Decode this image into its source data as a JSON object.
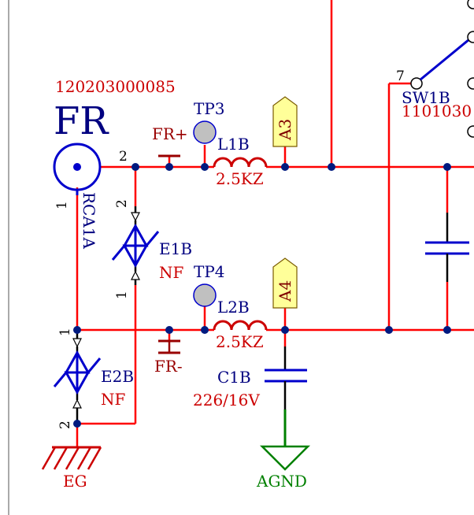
{
  "connector": {
    "part_number": "120203000085",
    "name": "FR",
    "ref": "RCA1A",
    "pin1": "1",
    "pin2": "2"
  },
  "nets": {
    "fr_plus": "FR+",
    "fr_minus": "FR-"
  },
  "testpoints": {
    "tp3": "TP3",
    "tp4": "TP4"
  },
  "inductors": {
    "l1": {
      "ref": "L1B",
      "value": "2.5KZ"
    },
    "l2": {
      "ref": "L2B",
      "value": "2.5KZ"
    }
  },
  "ports": {
    "a3": "A3",
    "a4": "A4"
  },
  "tvs": {
    "e1": {
      "ref": "E1B",
      "value": "NF",
      "pin_top": "2",
      "pin_bottom": "1"
    },
    "e2": {
      "ref": "E2B",
      "value": "NF",
      "pin_top": "1",
      "pin_bottom": "2"
    }
  },
  "capacitor": {
    "ref": "C1B",
    "value": "226/16V"
  },
  "grounds": {
    "earth": "EG",
    "analog": "AGND"
  },
  "switch": {
    "ref": "SW1B",
    "pin": "7",
    "part_fragment": "1101030"
  },
  "colors": {
    "wire": "#ff0000",
    "junction": "#001a80",
    "component": "#0000cc",
    "label_red": "#cc0000",
    "label_blue": "#000080",
    "agnd": "#008000",
    "port_fill": "#ffff99",
    "testpoint": "#c0c0c0"
  }
}
